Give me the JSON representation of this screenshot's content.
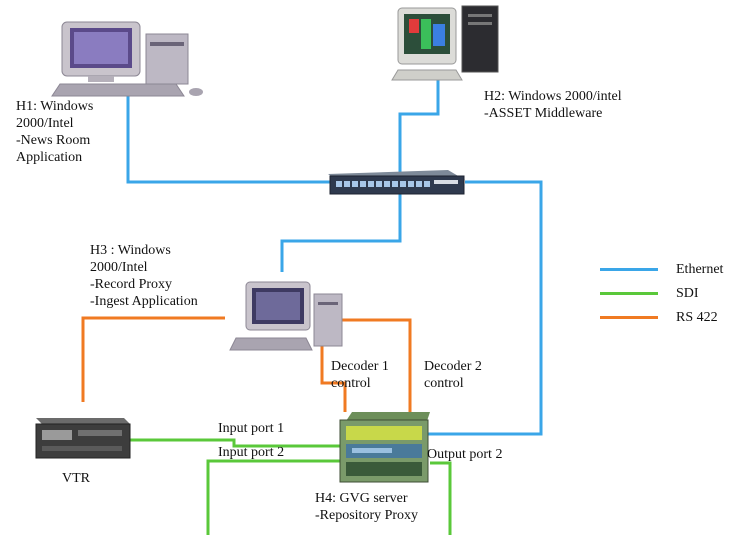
{
  "hosts": {
    "h1": {
      "lines": [
        "H1: Windows",
        "2000/Intel",
        "-News Room",
        "Application"
      ]
    },
    "h2": {
      "lines": [
        "H2: Windows 2000/intel",
        "-ASSET Middleware"
      ]
    },
    "h3": {
      "lines": [
        "H3 : Windows",
        "2000/Intel",
        "-Record Proxy",
        "-Ingest Application"
      ]
    },
    "h4": {
      "lines": [
        "H4: GVG server",
        "-Repository Proxy"
      ]
    }
  },
  "devices": {
    "vtr_label": "VTR"
  },
  "ports": {
    "decoder1": [
      "Decoder 1",
      "control"
    ],
    "decoder2": [
      "Decoder 2",
      "control"
    ],
    "input1": "Input port 1",
    "input2": "Input port 2",
    "output2": "Output port 2"
  },
  "legend": [
    {
      "label": "Ethernet",
      "color": "#3aa6e8"
    },
    {
      "label": "SDI",
      "color": "#5ac83a"
    },
    {
      "label": "RS 422",
      "color": "#f07a22"
    }
  ],
  "colors": {
    "ethernet": "#3aa6e8",
    "sdi": "#5ac83a",
    "rs422": "#f07a22"
  }
}
